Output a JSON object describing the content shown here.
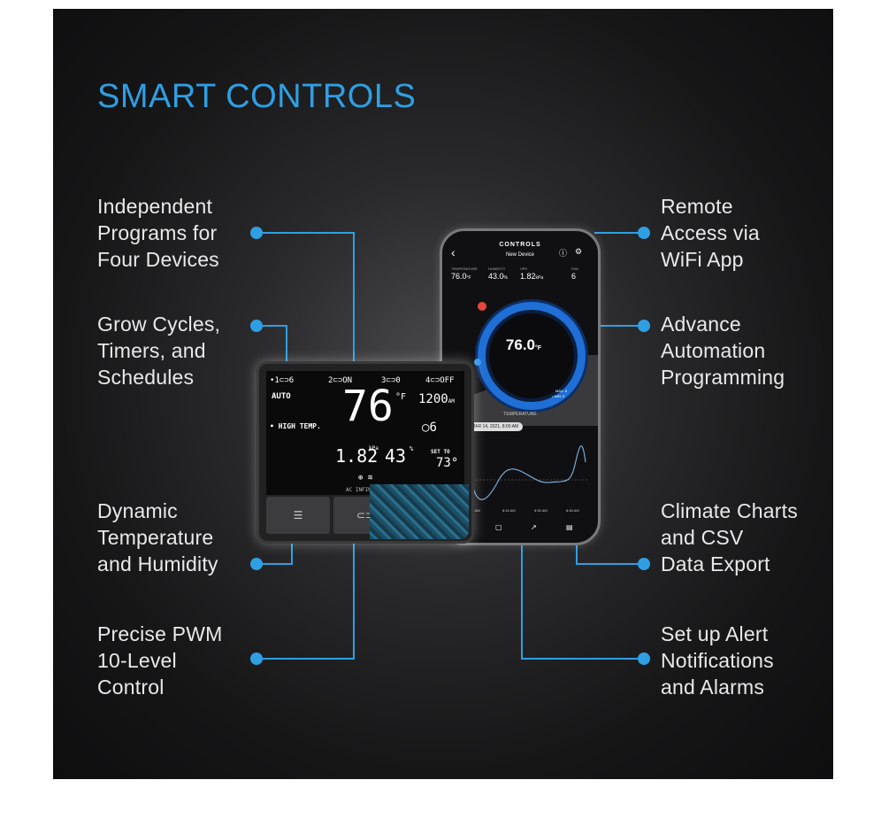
{
  "title": "SMART CONTROLS",
  "features_left": [
    [
      "Independent",
      "Programs for",
      "Four Devices"
    ],
    [
      "Grow Cycles,",
      "Timers, and",
      "Schedules"
    ],
    [
      "Dynamic",
      "Temperature",
      "and Humidity"
    ],
    [
      "Precise PWM",
      "10-Level",
      "Control"
    ]
  ],
  "features_right": [
    [
      "Remote",
      "Access via",
      "WiFi App"
    ],
    [
      "Advance",
      "Automation",
      "Programming"
    ],
    [
      "Climate Charts",
      "and CSV",
      "Data Export"
    ],
    [
      "Set up Alert",
      "Notifications",
      "and Alarms"
    ]
  ],
  "controller": {
    "port1": "•1",
    "port1_val": "6",
    "port2": "2",
    "port2_val": "ON",
    "port3": "3",
    "port3_val": "0",
    "port4": "4",
    "port4_val": "OFF",
    "mode": "AUTO",
    "temp": "76",
    "temp_unit": "°F",
    "time": "1200",
    "time_suffix": "AM",
    "alert": "• HIGH TEMP.",
    "fan": "6",
    "vpd": "1.82",
    "vpd_unit": "kPa",
    "humidity": "43",
    "humidity_unit": "%",
    "set_to_label": "SET TO",
    "set_to": "73",
    "set_to_unit": "°",
    "brand": "AC INFIN"
  },
  "phone": {
    "header": "CONTROLS",
    "device": "New Device",
    "temp_label": "TEMPERATURE",
    "temp_val": "76.0",
    "temp_unit": "°F",
    "hum_label": "HUMIDITY",
    "hum_val": "43.0",
    "hum_unit": "%",
    "vpd_label": "VPD",
    "vpd_val": "1.82",
    "vpd_unit": "kPa",
    "fan_label": "FAN",
    "fan_val": "6",
    "gauge_val": "76.0",
    "gauge_unit": "°F",
    "max": "MAX: 6",
    "min": "• MIN: 0",
    "chart_title": "TEMPERATURE",
    "chart_date": "MAR 14, 2021, 8:00 AM",
    "times": [
      "8:00 AM",
      "8:15 AM",
      "8:30 AM",
      "8:45 AM"
    ]
  },
  "colors": {
    "accent": "#2f9fe3",
    "background": "#161617"
  }
}
